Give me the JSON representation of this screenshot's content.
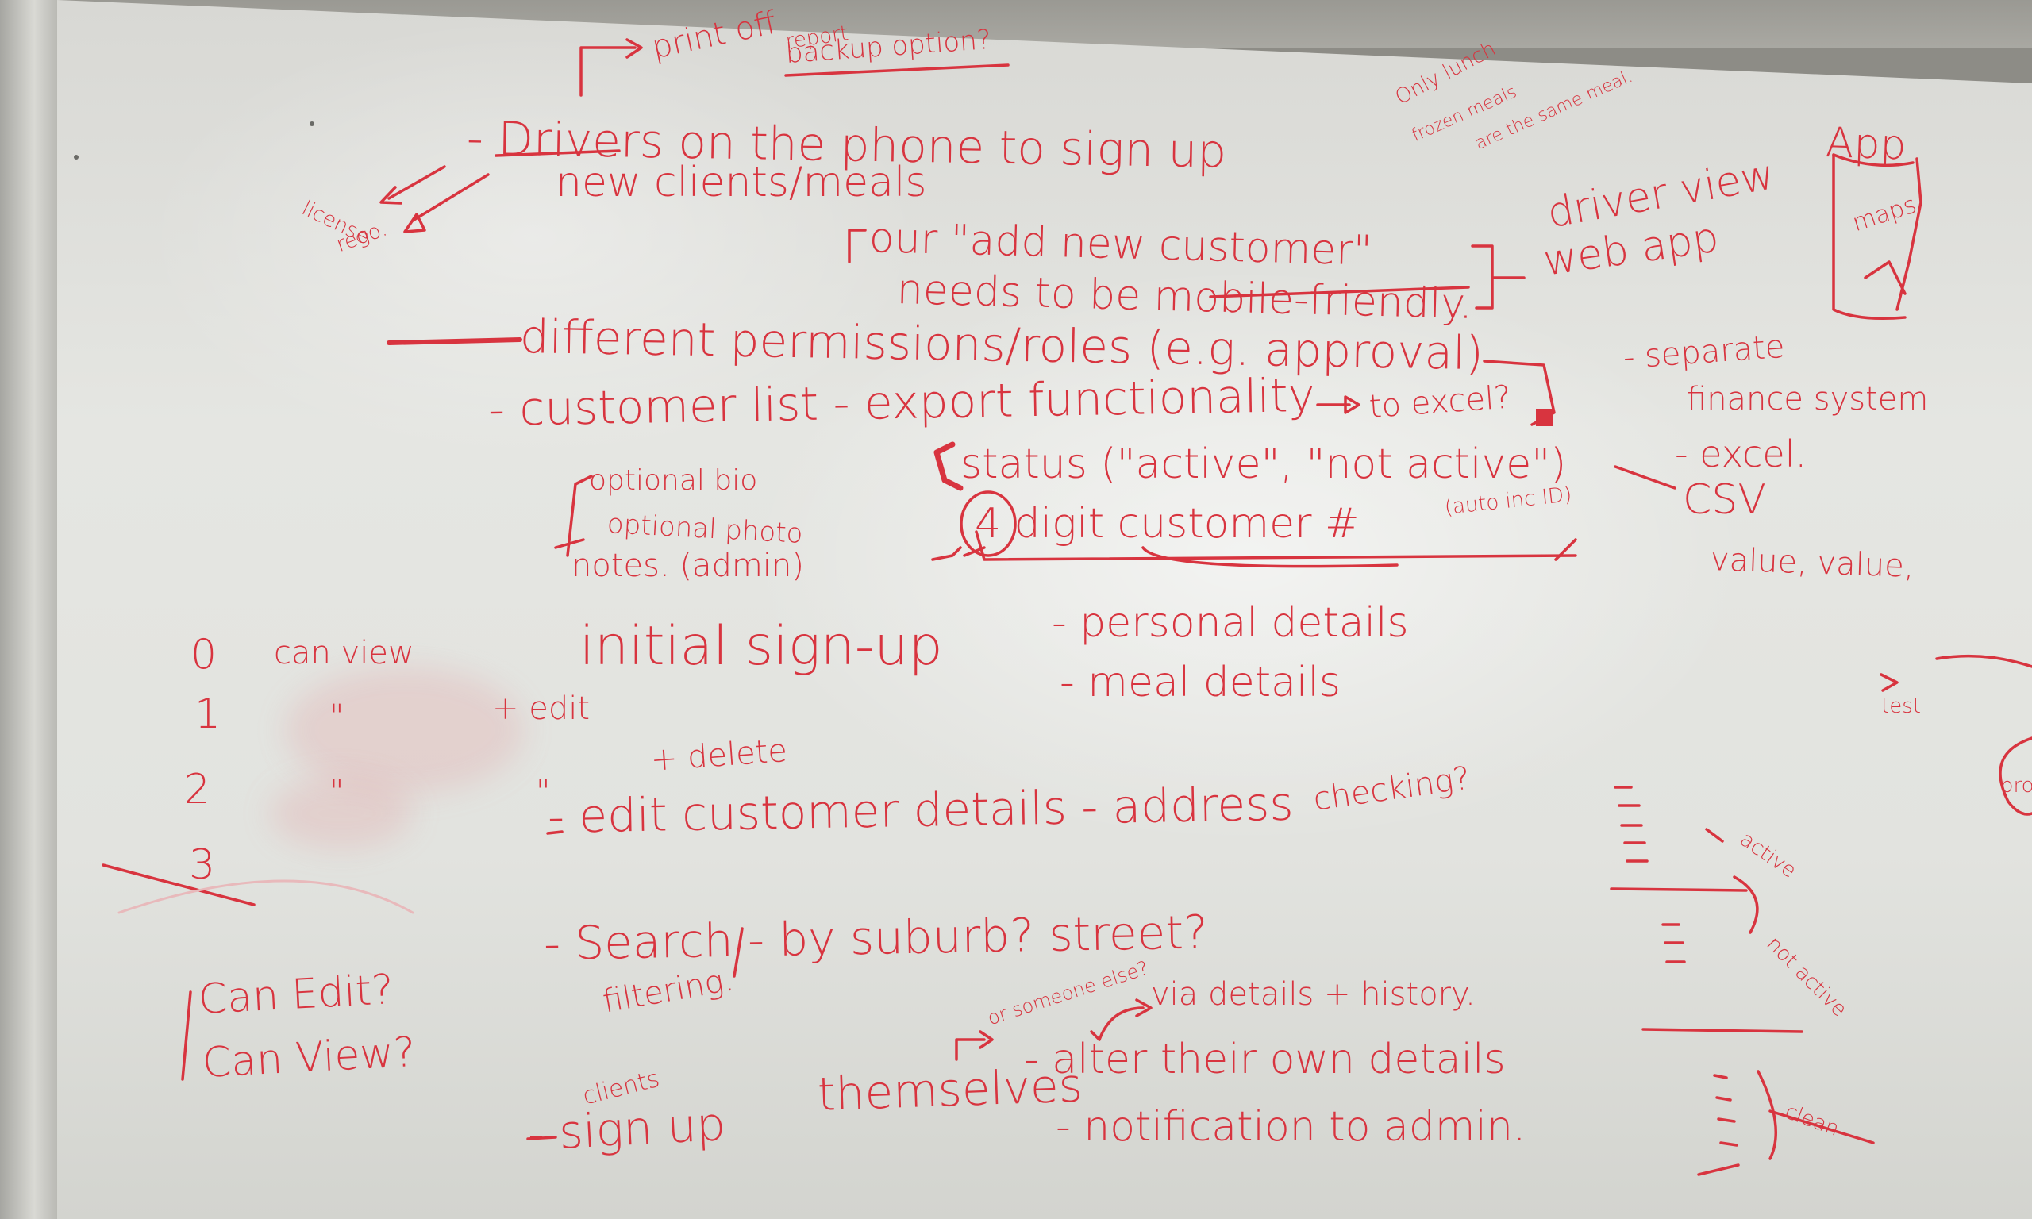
{
  "image": {
    "subject": "whiteboard-notes",
    "ink_color": "#d8343f",
    "board_color": "#e2e3df"
  },
  "notes": {
    "print_off": "print off",
    "report": "report",
    "backup_option": "backup option?",
    "drivers_line1": "- Drivers on the phone to sign up",
    "drivers_line2": "new clients/meals",
    "license": "license",
    "rego": "rego.",
    "only_lunch": "Only lunch",
    "frozen_meals": "frozen meals",
    "are_same_meal": "are the same meal.",
    "add_customer_line1": "our \"add new customer\"",
    "add_customer_line2": "needs to be mobile-friendly.",
    "driver_view": "driver view",
    "web_app": "web app",
    "app": "App",
    "maps": "maps",
    "permissions": "different permissions/roles (e.g. approval)",
    "customer_list": "- customer list - export functionality",
    "to_excel": "to excel?",
    "separate": "- separate",
    "finance_system": "finance system",
    "excel": "- excel.",
    "csv": "CSV",
    "value_value": "value, value,",
    "optional_bio": "optional bio",
    "optional_photo": "optional photo",
    "notes_admin": "notes. (admin)",
    "status": "status (\"active\", \"not active\")",
    "four_digit": "4 digit customer #",
    "auto_inc": "(auto inc ID)",
    "level_0": "0",
    "level_1": "1",
    "level_2": "2",
    "level_3": "3",
    "can_view": "can view",
    "ditto_1": "\"",
    "ditto_2": "\"",
    "ditto_3": "\"",
    "plus_edit": "+ edit",
    "plus_delete": "+ delete",
    "initial_signup": "initial sign-up",
    "personal_details": "- personal details",
    "meal_details": "- meal details",
    "edit_customer": "- edit customer details - address",
    "checking": "checking?",
    "search": "- Search - by suburb? street?",
    "filtering": "filtering.",
    "can_edit": "Can Edit?",
    "can_view_q": "Can View?",
    "or_someone_else": "or someone else?",
    "via_details": "via details + history.",
    "clients": "clients",
    "sign_up": "- sign up",
    "themselves": "themselves",
    "alter": "- alter their own details",
    "notification": "- notification to admin.",
    "test": "test",
    "active": "active",
    "not_active": "not active",
    "pro": "pro",
    "clean": "clean"
  }
}
